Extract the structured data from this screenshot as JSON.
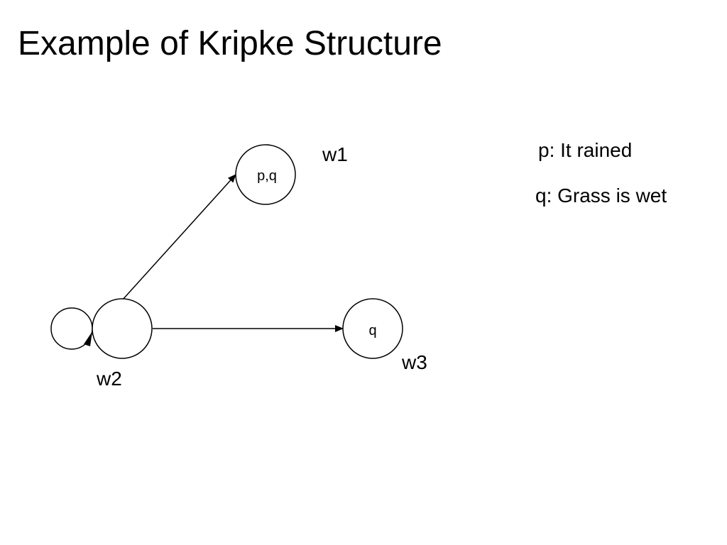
{
  "slide": {
    "title": "Example of Kripke Structure"
  },
  "diagram": {
    "worlds": [
      {
        "id": "w1",
        "label": "w1",
        "propositions": "p,q"
      },
      {
        "id": "w2",
        "label": "w2",
        "propositions": ""
      },
      {
        "id": "w3",
        "label": "w3",
        "propositions": "q"
      }
    ],
    "transitions": [
      {
        "from": "w2",
        "to": "w1"
      },
      {
        "from": "w2",
        "to": "w3"
      },
      {
        "from": "w2",
        "to": "w2"
      }
    ]
  },
  "legend": {
    "p": "p: It rained",
    "q": "q: Grass is wet"
  }
}
